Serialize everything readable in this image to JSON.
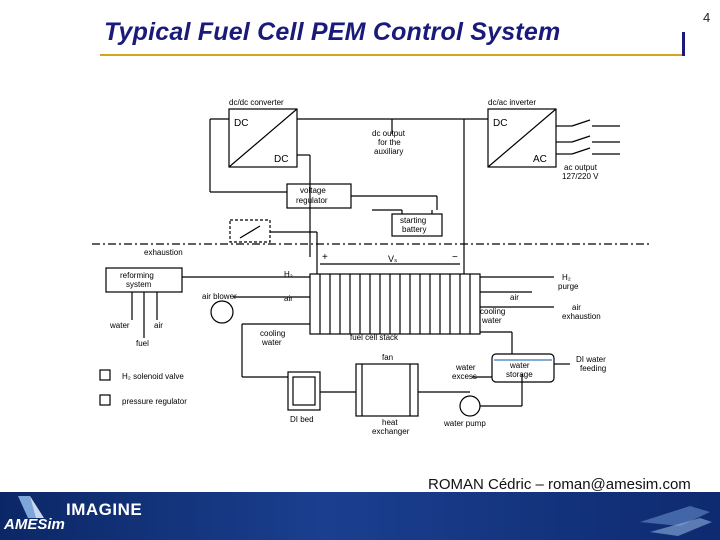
{
  "page": {
    "title": "Typical Fuel Cell PEM Control System",
    "page_number": "4",
    "author": "ROMAN Cédric – roman@amesim.com"
  },
  "footer": {
    "brand": "AMESim",
    "partner": "IMAGINE"
  },
  "diagram": {
    "dcdc_title": "dc/dc converter",
    "dcac_title": "dc/ac inverter",
    "dc_in": "DC",
    "dc_out": "DC",
    "dcac_in": "DC",
    "dcac_out": "AC",
    "dc_output_1": "dc output",
    "dc_output_2": "for the",
    "dc_output_3": "auxiliary",
    "ac_output_1": "ac output",
    "ac_output_2": "127/220 V",
    "voltage_reg_1": "voltage",
    "voltage_reg_2": "regulator",
    "starting_1": "starting",
    "starting_2": "battery",
    "exhaustion": "exhaustion",
    "reforming_1": "reforming",
    "reforming_2": "system",
    "water": "water",
    "air": "air",
    "fuel": "fuel",
    "air_blower": "air blower",
    "h2": "H₂",
    "vs": "Vₛ",
    "h2_purge_1": "H₂",
    "h2_purge_2": "purge",
    "air2": "air",
    "air_exh_1": "air",
    "air_exh_2": "exhaustion",
    "cooling_water_1": "cooling",
    "cooling_water_2": "water",
    "cooling_water_3": "cooling",
    "cooling_water_4": "water",
    "fuel_cell_stack": "fuel cell stack",
    "fan": "fan",
    "water_excess_1": "water",
    "water_excess_2": "excess",
    "water_storage_1": "water",
    "water_storage_2": "storage",
    "di_feed_1": "DI water",
    "di_feed_2": "feeding",
    "h2_valve": "H₂ solenoid valve",
    "pressure_reg": "pressure regulator",
    "di_bed": "DI bed",
    "heat_ex_1": "heat",
    "heat_ex_2": "exchanger",
    "water_pump": "water pump",
    "plus": "+",
    "minus": "−",
    "s": "S"
  }
}
